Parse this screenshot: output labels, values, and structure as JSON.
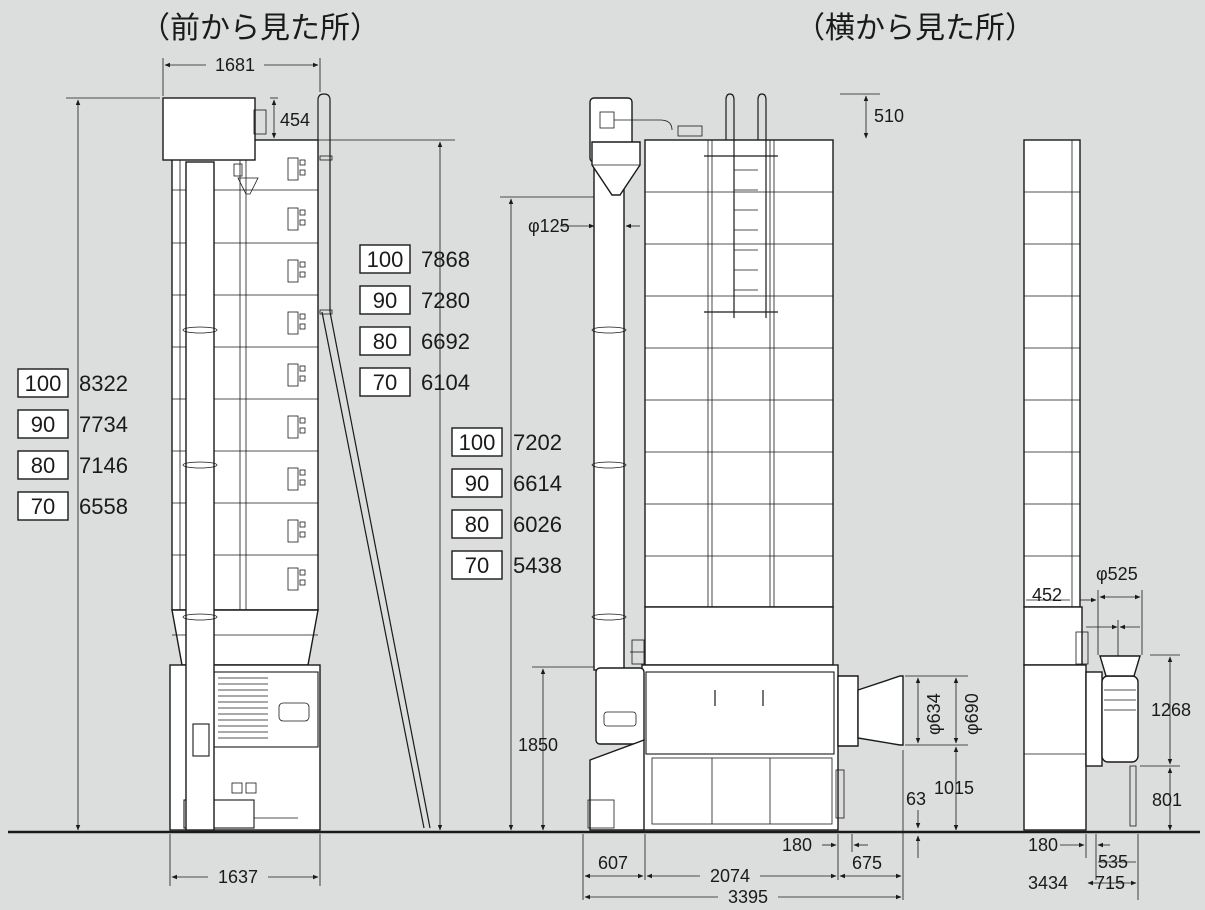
{
  "titles": {
    "front": "（前から見た所）",
    "side": "（横から見た所）"
  },
  "front_view": {
    "dims": {
      "top_width": "1681",
      "hopper": "454",
      "base_width": "1637"
    },
    "total_heights": [
      {
        "model": "100",
        "value": "8322"
      },
      {
        "model": "90",
        "value": "7734"
      },
      {
        "model": "80",
        "value": "7146"
      },
      {
        "model": "70",
        "value": "6558"
      }
    ],
    "tank_heights": [
      {
        "model": "100",
        "value": "7868"
      },
      {
        "model": "90",
        "value": "7280"
      },
      {
        "model": "80",
        "value": "6692"
      },
      {
        "model": "70",
        "value": "6104"
      }
    ]
  },
  "side_view": {
    "dims": {
      "top_offset": "510",
      "pipe_dia": "φ125",
      "lower_height": "1850",
      "duct_inner": "φ634",
      "duct_outer": "φ690",
      "duct_center_height": "1015",
      "ground_clearance": "63",
      "offset_180": "180",
      "overhang_675": "675",
      "left_607": "607",
      "mid_2074": "2074",
      "total_3395": "3395"
    },
    "heights": [
      {
        "model": "100",
        "value": "7202"
      },
      {
        "model": "90",
        "value": "6614"
      },
      {
        "model": "80",
        "value": "6026"
      },
      {
        "model": "70",
        "value": "5438"
      }
    ]
  },
  "right_view": {
    "dims": {
      "fan_dia": "φ525",
      "offset_452": "452",
      "height_1268": "1268",
      "height_801": "801",
      "offset_180": "180",
      "width_535": "535",
      "total_3434": "3434",
      "width_715": "715"
    }
  }
}
